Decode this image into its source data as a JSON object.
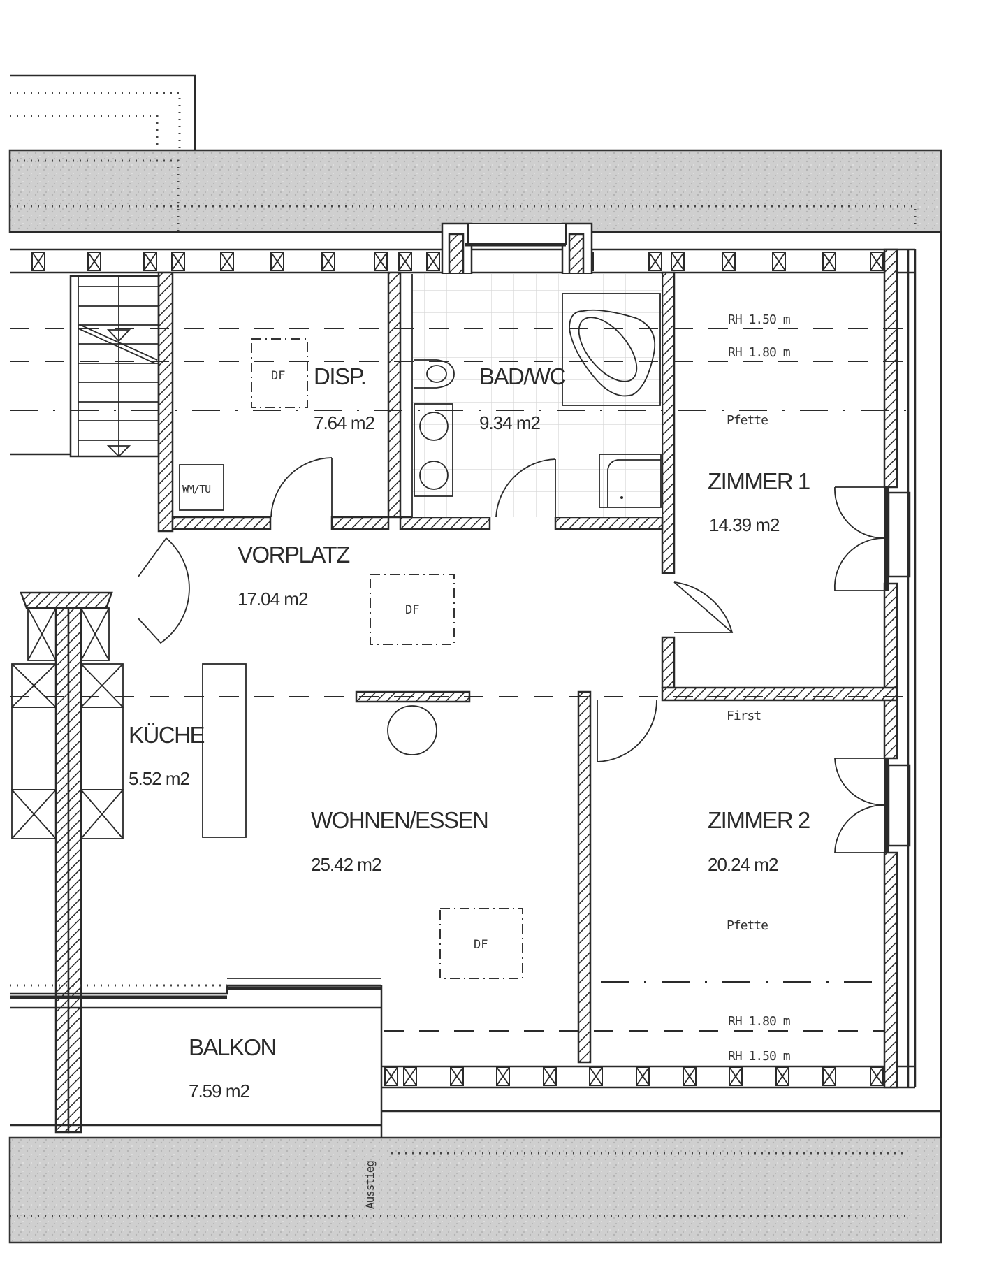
{
  "plan": {
    "colors": {
      "ink": "#2a2a2a",
      "roof_fill": "#cfcfcf",
      "paper": "#ffffff"
    },
    "rooms": [
      {
        "id": "disp",
        "label": "DISP.",
        "area": "7.64 m2"
      },
      {
        "id": "bad_wc",
        "label": "BAD/WC",
        "area": "9.34 m2"
      },
      {
        "id": "zimmer1",
        "label": "ZIMMER 1",
        "area": "14.39 m2"
      },
      {
        "id": "vorplatz",
        "label": "VORPLATZ",
        "area": "17.04 m2"
      },
      {
        "id": "kueche",
        "label": "KÜCHE",
        "area": "5.52 m2"
      },
      {
        "id": "wohnen",
        "label": "WOHNEN/ESSEN",
        "area": "25.42 m2"
      },
      {
        "id": "zimmer2",
        "label": "ZIMMER 2",
        "area": "20.24 m2"
      },
      {
        "id": "balkon",
        "label": "BALKON",
        "area": "7.59 m2"
      }
    ],
    "annotations": {
      "rh_top_1": "RH 1.50 m",
      "rh_top_2": "RH 1.80 m",
      "pfette_top": "Pfette",
      "first": "First",
      "pfette_bottom": "Pfette",
      "rh_bottom_1": "RH 1.80 m",
      "rh_bottom_2": "RH 1.50 m",
      "wm_tu": "WM/TU",
      "df_disp": "DF",
      "df_vorplatz": "DF",
      "df_wohnen": "DF",
      "ausstieg": "Ausstieg"
    }
  }
}
